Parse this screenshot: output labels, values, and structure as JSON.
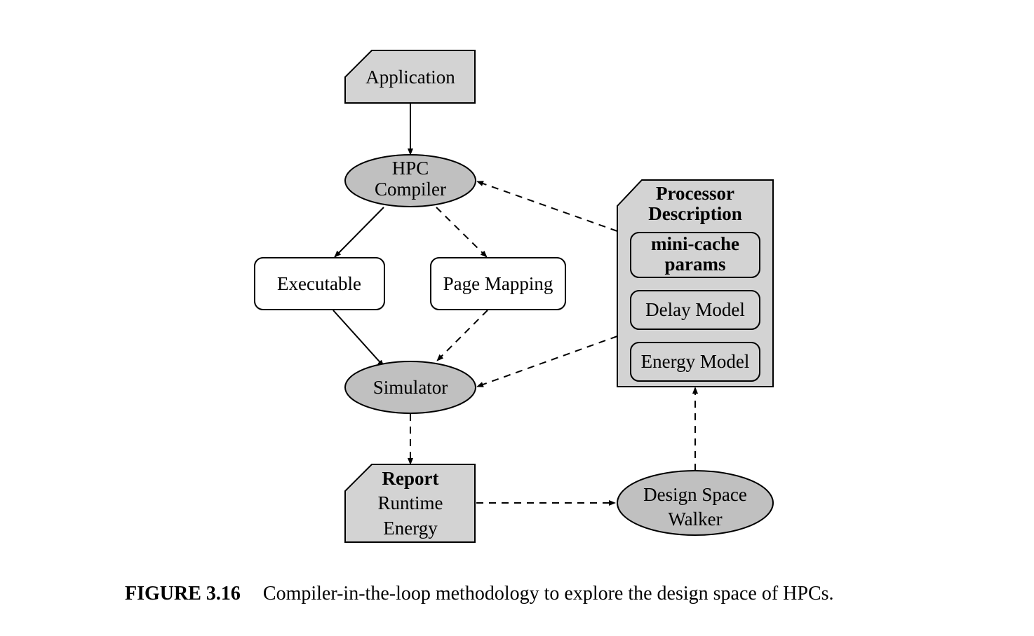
{
  "diagram": {
    "nodes": {
      "application": {
        "lines": [
          "Application"
        ]
      },
      "hpc_compiler": {
        "lines": [
          "HPC",
          "Compiler"
        ]
      },
      "executable": {
        "lines": [
          "Executable"
        ]
      },
      "page_mapping": {
        "lines": [
          "Page Mapping"
        ]
      },
      "simulator": {
        "lines": [
          "Simulator"
        ]
      },
      "report": {
        "lines": [
          "Report",
          "Runtime",
          "Energy"
        ]
      },
      "design_space_walker": {
        "lines": [
          "Design Space",
          "Walker"
        ]
      },
      "processor_description": {
        "title_lines": [
          "Processor",
          "Description"
        ],
        "mini_cache_params": [
          "mini-cache",
          "params"
        ],
        "delay_model": [
          "Delay Model"
        ],
        "energy_model": [
          "Energy Model"
        ]
      }
    },
    "edges": [
      {
        "from": "application",
        "to": "hpc_compiler",
        "style": "solid"
      },
      {
        "from": "hpc_compiler",
        "to": "executable",
        "style": "solid"
      },
      {
        "from": "hpc_compiler",
        "to": "page_mapping",
        "style": "dashed"
      },
      {
        "from": "executable",
        "to": "simulator",
        "style": "solid"
      },
      {
        "from": "page_mapping",
        "to": "simulator",
        "style": "dashed"
      },
      {
        "from": "processor_description",
        "to": "hpc_compiler",
        "style": "dashed"
      },
      {
        "from": "processor_description",
        "to": "simulator",
        "style": "dashed"
      },
      {
        "from": "simulator",
        "to": "report",
        "style": "dashed"
      },
      {
        "from": "report",
        "to": "design_space_walker",
        "style": "dashed"
      },
      {
        "from": "design_space_walker",
        "to": "processor_description",
        "style": "dashed"
      }
    ],
    "colors": {
      "node_fill": "#d3d3d3",
      "ellipse_fill": "#c0c0c0",
      "box_fill": "#ffffff",
      "stroke": "#000000"
    }
  },
  "caption": {
    "label": "FIGURE 3.16",
    "text": "Compiler-in-the-loop methodology to explore the design space of HPCs."
  }
}
